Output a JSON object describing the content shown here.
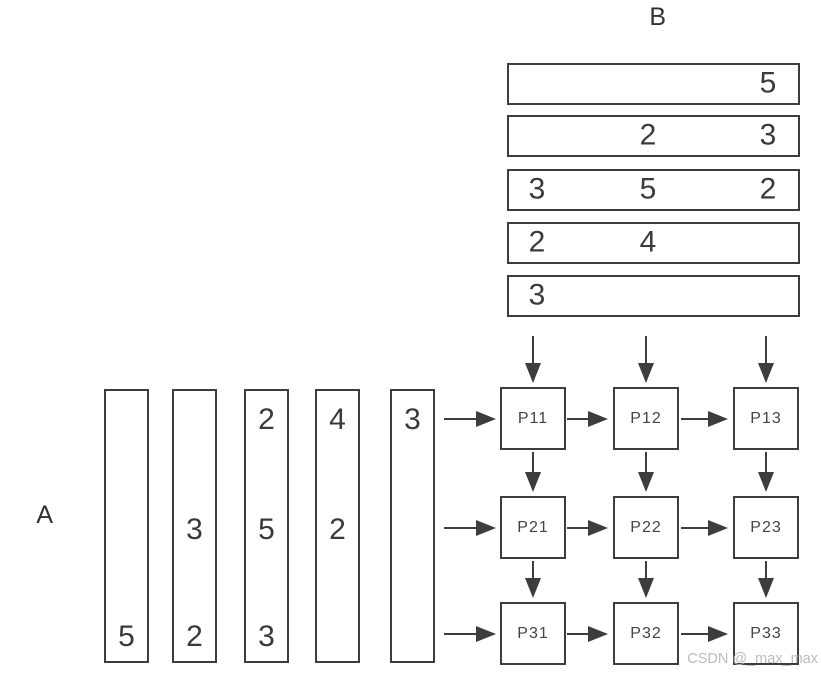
{
  "diagram": {
    "matrix_b_label": "B",
    "matrix_a_label": "A",
    "b_input_bars": [
      {
        "cells": [
          "",
          "",
          "5"
        ]
      },
      {
        "cells": [
          "",
          "2",
          "3"
        ]
      },
      {
        "cells": [
          "3",
          "5",
          "2"
        ]
      },
      {
        "cells": [
          "2",
          "4",
          ""
        ]
      },
      {
        "cells": [
          "3",
          "",
          ""
        ]
      }
    ],
    "a_input_bars": [
      {
        "cells": [
          "",
          "",
          "5"
        ]
      },
      {
        "cells": [
          "",
          "3",
          "2"
        ]
      },
      {
        "cells": [
          "2",
          "5",
          "3"
        ]
      },
      {
        "cells": [
          "4",
          "2",
          ""
        ]
      },
      {
        "cells": [
          "3",
          "",
          ""
        ]
      }
    ],
    "pe_grid": {
      "rows": [
        [
          "P11",
          "P12",
          "P13"
        ],
        [
          "P21",
          "P22",
          "P23"
        ],
        [
          "P31",
          "P32",
          "P33"
        ]
      ]
    },
    "watermark": "CSDN @_max_max",
    "colors": {
      "line": "#3d3d3d",
      "text": "#3a3a3a",
      "watermark": "#bcbcbc",
      "background": "#ffffff"
    }
  }
}
